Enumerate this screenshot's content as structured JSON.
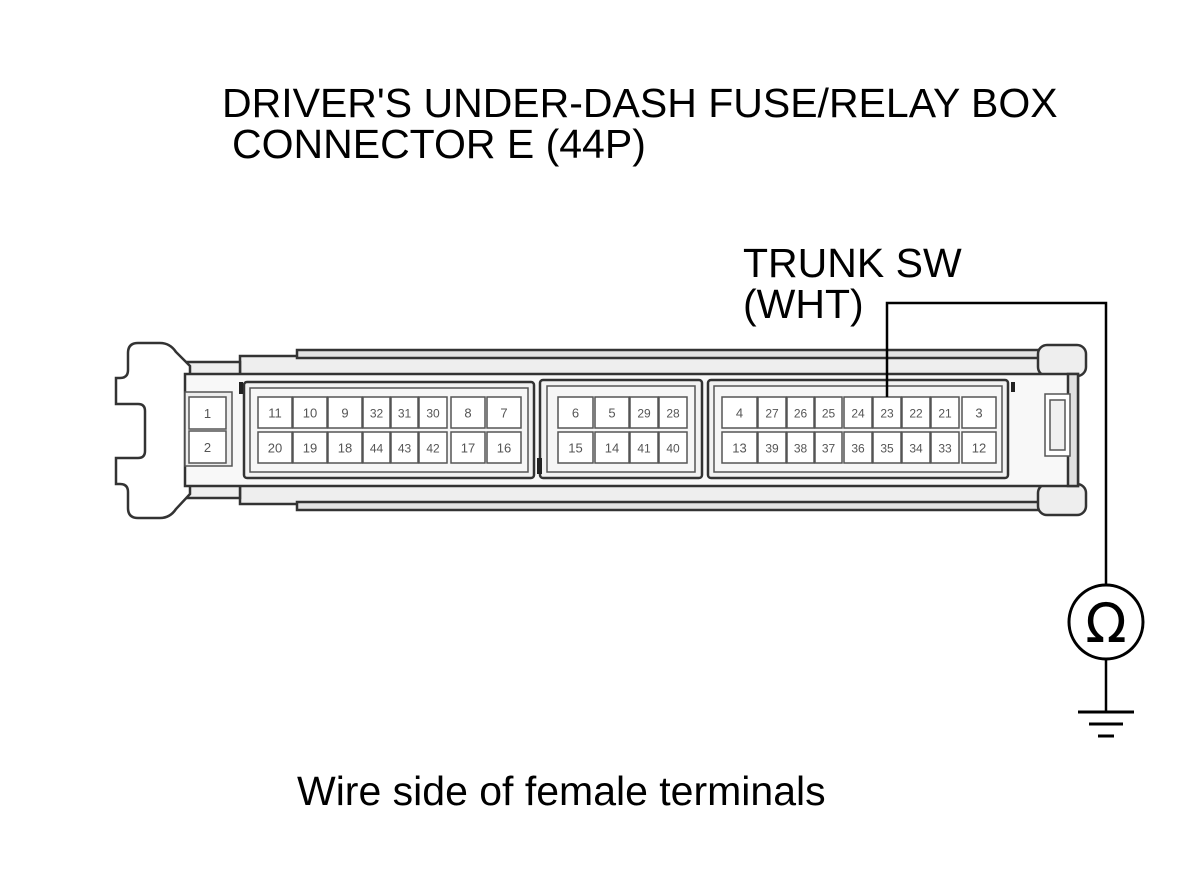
{
  "title": {
    "line1": "DRIVER'S UNDER-DASH FUSE/RELAY BOX",
    "line2": "CONNECTOR E (44P)"
  },
  "probe_point": {
    "label": "TRUNK SW",
    "wire_color": "(WHT)"
  },
  "meter_symbol": "Ω",
  "caption": "Wire side of female terminals",
  "icons": {
    "meter": "ohmmeter-icon",
    "ground": "ground-symbol-icon"
  },
  "connector": {
    "terminal_groups": [
      {
        "rows": [
          [
            "1"
          ],
          [
            "2"
          ]
        ]
      },
      {
        "rows": [
          [
            "11",
            "10",
            "9",
            "32",
            "31",
            "30",
            "8",
            "7"
          ],
          [
            "20",
            "19",
            "18",
            "44",
            "43",
            "42",
            "17",
            "16"
          ]
        ]
      },
      {
        "rows": [
          [
            "6",
            "5",
            "29",
            "28"
          ],
          [
            "15",
            "14",
            "41",
            "40"
          ]
        ]
      },
      {
        "rows": [
          [
            "4",
            "27",
            "26",
            "25",
            "24",
            "23",
            "22",
            "21",
            "3"
          ],
          [
            "13",
            "39",
            "38",
            "37",
            "36",
            "35",
            "34",
            "33",
            "12"
          ]
        ]
      }
    ]
  }
}
